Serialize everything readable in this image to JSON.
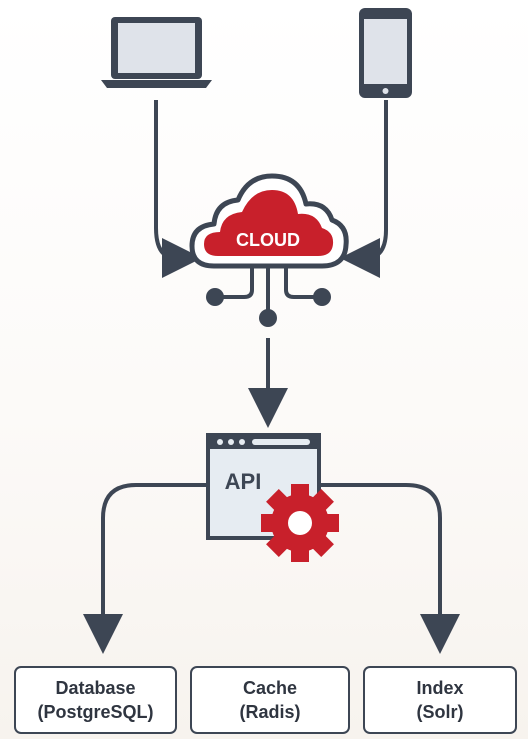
{
  "cloud": {
    "label": "CLOUD"
  },
  "api": {
    "label": "API"
  },
  "stores": [
    {
      "name": "Database",
      "detail": "(PostgreSQL)"
    },
    {
      "name": "Cache",
      "detail": "(Radis)"
    },
    {
      "name": "Index",
      "detail": "(Solr)"
    }
  ],
  "colors": {
    "accent": "#c8202b",
    "dark": "#3d4654",
    "device_fill": "#dfe3ea",
    "api_fill": "#e6ecf2"
  }
}
